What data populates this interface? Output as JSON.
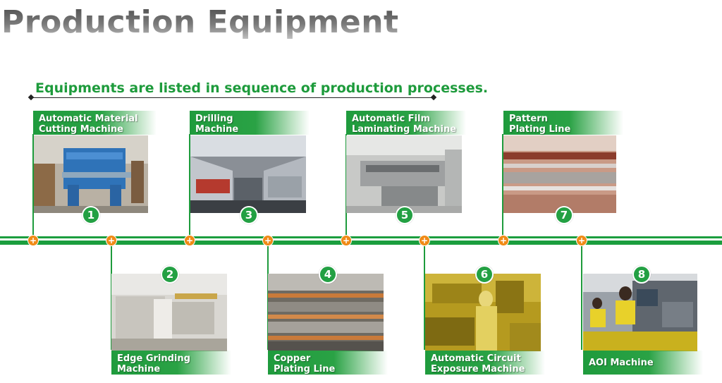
{
  "title": "Production Equipment",
  "subtitle": "Equipments are listed in sequence of production processes.",
  "steps": [
    {
      "number": "1",
      "line1": "Automatic Material",
      "line2": "Cutting Machine"
    },
    {
      "number": "2",
      "line1": "Edge Grinding",
      "line2": "Machine"
    },
    {
      "number": "3",
      "line1": "Drilling",
      "line2": "Machine"
    },
    {
      "number": "4",
      "line1": "Copper",
      "line2": "Plating Line"
    },
    {
      "number": "5",
      "line1": "Automatic Film",
      "line2": "Laminating Machine"
    },
    {
      "number": "6",
      "line1": "Automatic Circuit",
      "line2": "Exposure Machine"
    },
    {
      "number": "7",
      "line1": "Pattern",
      "line2": "Plating Line"
    },
    {
      "number": "8",
      "line1": "AOI Machine",
      "line2": ""
    }
  ],
  "node_symbol": "+",
  "colors": {
    "accent_green": "#1e9b3c",
    "node_orange": "#f08a16",
    "title_gray": "#6f6f6f"
  }
}
